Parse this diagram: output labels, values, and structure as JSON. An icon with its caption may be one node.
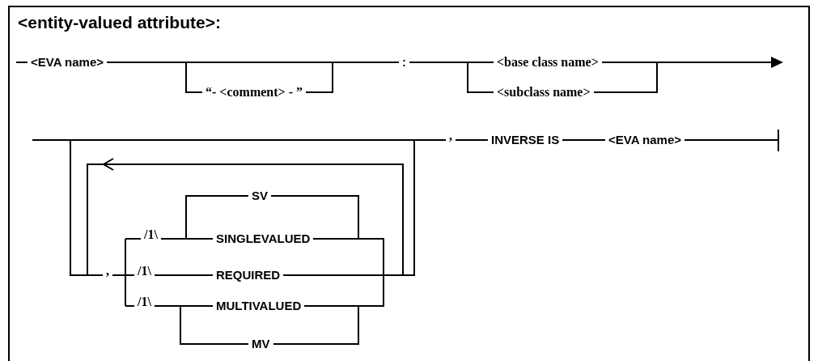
{
  "diagram": {
    "title": "<entity-valued attribute>:",
    "labels": [
      "<EVA name>",
      "“- <comment> - ”",
      ":",
      "<base class name>",
      "<subclass name>",
      ",",
      "INVERSE IS",
      "<EVA name>",
      "SV",
      "/1\\",
      "SINGLEVALUED",
      ",",
      "/1\\",
      "REQUIRED",
      "/1\\",
      "MULTIVALUED",
      "MV"
    ]
  }
}
